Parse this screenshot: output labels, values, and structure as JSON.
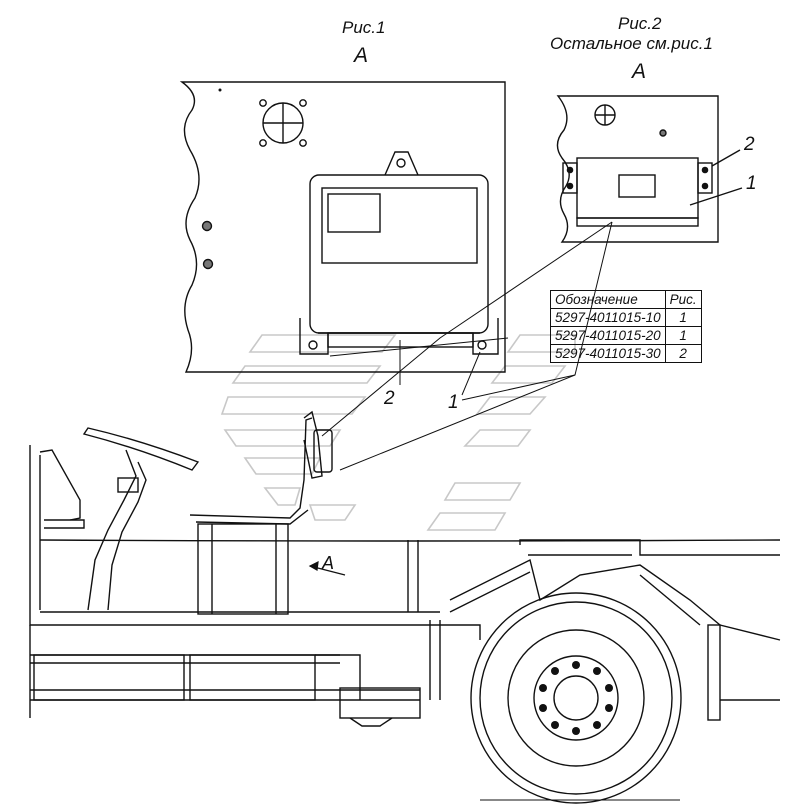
{
  "figures": {
    "fig1": {
      "title": "Рис.1",
      "view": "А"
    },
    "fig2": {
      "title": "Рис.2",
      "subtitle": "Остальное см.рис.1",
      "view": "А"
    }
  },
  "callouts": {
    "fig1_part2": "2",
    "fig1_part1": "1",
    "fig2_part2": "2",
    "fig2_part1": "1",
    "view_arrow": "А"
  },
  "spec_table": {
    "headers": [
      "Обозначение",
      "Рис."
    ],
    "rows": [
      [
        "5297-4011015-10",
        "1"
      ],
      [
        "5297-4011015-20",
        "1"
      ],
      [
        "5297-4011015-30",
        "2"
      ]
    ]
  }
}
